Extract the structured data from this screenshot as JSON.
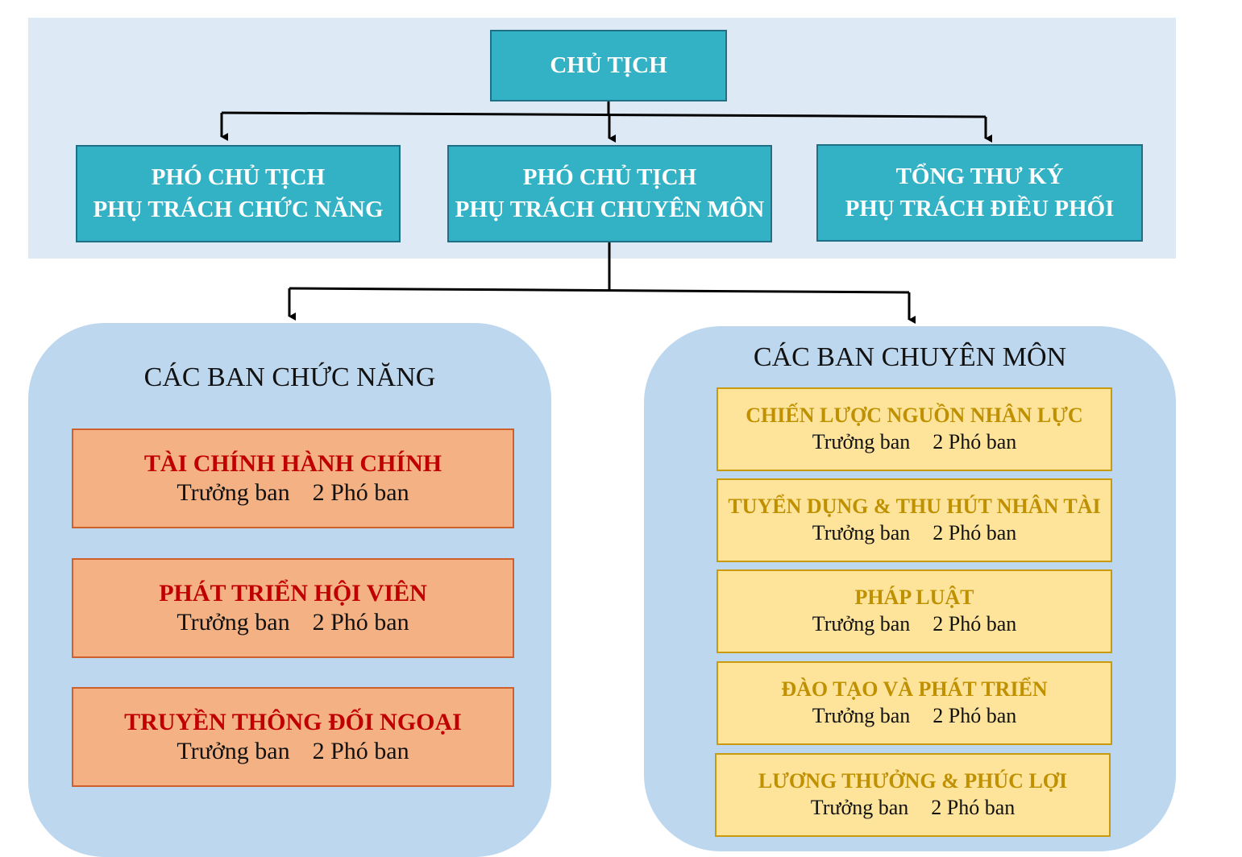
{
  "top": {
    "chairman": "CHỦ TỊCH",
    "vice_functional": [
      "PHÓ CHỦ TỊCH",
      "PHỤ TRÁCH CHỨC NĂNG"
    ],
    "vice_professional": [
      "PHÓ CHỦ TỊCH",
      "PHỤ TRÁCH CHUYÊN MÔN"
    ],
    "secretary_general": [
      "TỔNG THƯ KÝ",
      "PHỤ TRÁCH ĐIỀU PHỐI"
    ]
  },
  "functional_group": {
    "title": "CÁC BAN CHỨC NĂNG",
    "units": [
      {
        "name": "TÀI CHÍNH HÀNH CHÍNH",
        "head": "Trưởng ban",
        "deputy": "2 Phó ban"
      },
      {
        "name": "PHÁT TRIỂN HỘI VIÊN",
        "head": "Trưởng ban",
        "deputy": "2 Phó ban"
      },
      {
        "name": "TRUYỀN THÔNG ĐỐI NGOẠI",
        "head": "Trưởng ban",
        "deputy": "2 Phó ban"
      }
    ]
  },
  "professional_group": {
    "title": "CÁC BAN CHUYÊN MÔN",
    "units": [
      {
        "name": "CHIẾN LƯỢC NGUỒN NHÂN LỰC",
        "head": "Trưởng ban",
        "deputy": "2 Phó ban"
      },
      {
        "name": "TUYỂN DỤNG & THU HÚT NHÂN TÀI",
        "head": "Trưởng ban",
        "deputy": "2 Phó ban"
      },
      {
        "name": "PHÁP LUẬT",
        "head": "Trưởng ban",
        "deputy": "2 Phó ban"
      },
      {
        "name": "ĐÀO TẠO VÀ PHÁT TRIỂN",
        "head": "Trưởng ban",
        "deputy": "2 Phó ban"
      },
      {
        "name": "LƯƠNG THƯỞNG & PHÚC LỢI",
        "head": "Trưởng ban",
        "deputy": "2 Phó ban"
      }
    ]
  },
  "colors": {
    "teal": "#33b1c5",
    "band": "#dde9f5",
    "panel": "#bdd7ee",
    "functional_fill": "#f4b183",
    "functional_text": "#c00000",
    "professional_fill": "#fde49a",
    "professional_text": "#bf9000"
  }
}
